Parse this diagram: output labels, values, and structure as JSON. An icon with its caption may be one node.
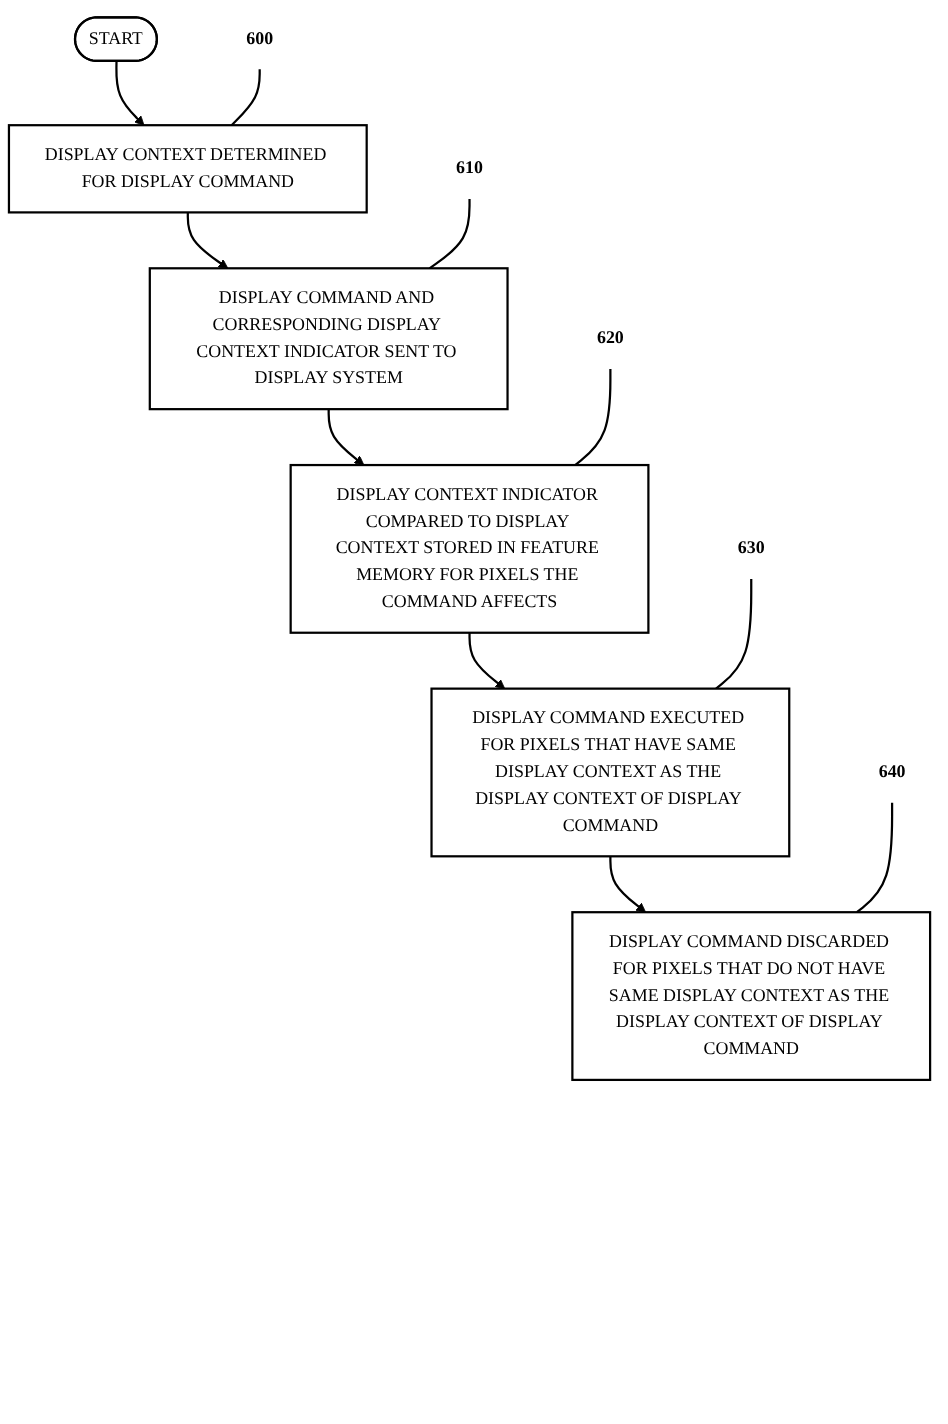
{
  "diagram": {
    "nodes": [
      {
        "text": [
          "START"
        ]
      },
      {
        "text": [
          "600"
        ]
      },
      {
        "text": [
          "DISPLAY CONTEXT DETERMINED FOR DISPLAY COMMAND"
        ]
      },
      {
        "text": [
          "610"
        ]
      },
      {
        "text": [
          "DISPLAY COMMAND AND CORRESPONDING DISPLAY CONTEXT INDICATOR SENT TO DISPLAY SYSTEM"
        ]
      },
      {
        "text": [
          "620"
        ]
      },
      {
        "text": [
          "DISPLAY CONTEXT INDICATOR COMPARED TO DISPLAY CONTEXT STORED IN FEATURE MEMORY FOR PIXELS THE COMMAND AFFECTS"
        ]
      },
      {
        "text": [
          "630"
        ]
      },
      {
        "text": [
          "DISPLAY COMMAND EXECUTED FOR PIXELS THAT HAVE SAME DISPLAY CONTEXT AS THE DISPLAY CONTEXT OF DISPLAY COMMAND"
        ]
      },
      {
        "text": [
          "640"
        ]
      },
      {
        "text": [
          "DISPLAY COMMAND DISCARDED FOR PIXELS THAT DO NOT HAVE SAME DISPLAY CONTEXT AS THE DISPLAY CONTEXT OF DISPLAY COMMAND"
        ]
      }
    ],
    "edges": [
      {
        "from": 0,
        "to": 2,
        "arrow": "to"
      },
      {
        "from": 2,
        "to": 4,
        "arrow": "to"
      },
      {
        "from": 4,
        "to": 6,
        "arrow": "to"
      },
      {
        "from": 6,
        "to": 8,
        "arrow": "to"
      },
      {
        "from": 8,
        "to": 10,
        "arrow": "to"
      },
      {
        "from": 1,
        "to": 2,
        "arrow": "none"
      },
      {
        "from": 3,
        "to": 4,
        "arrow": "none"
      },
      {
        "from": 5,
        "to": 6,
        "arrow": "none"
      },
      {
        "from": 7,
        "to": 8,
        "arrow": "none"
      },
      {
        "from": 9,
        "to": 10,
        "arrow": "none"
      }
    ]
  }
}
